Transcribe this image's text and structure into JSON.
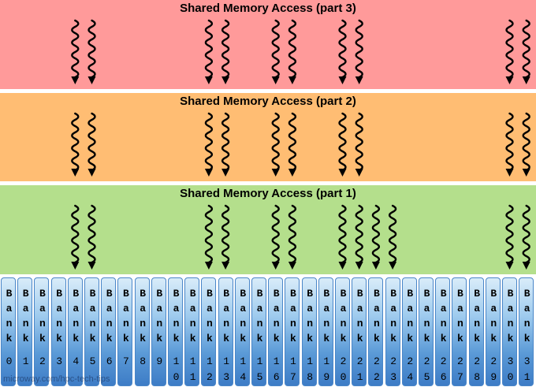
{
  "colors": {
    "part3": "#ff9a9a",
    "part2": "#ffbd73",
    "part1": "#b4df8c",
    "arrow": "#000000",
    "bank_gradient_top": "#d9ecf9",
    "bank_gradient_bottom": "#3d7cc6"
  },
  "bands": [
    {
      "id": "part3",
      "title": "Shared Memory Access (part 3)",
      "arrow_banks": [
        4,
        5,
        12,
        13,
        16,
        17,
        20,
        21,
        30,
        31
      ]
    },
    {
      "id": "part2",
      "title": "Shared Memory Access (part 2)",
      "arrow_banks": [
        4,
        5,
        12,
        13,
        16,
        17,
        20,
        21,
        30,
        31
      ]
    },
    {
      "id": "part1",
      "title": "Shared Memory Access (part 1)",
      "arrow_banks": [
        4,
        5,
        12,
        13,
        16,
        17,
        20,
        21,
        22,
        23,
        30,
        31
      ]
    }
  ],
  "bank_label": "Bank",
  "bank_count": 32,
  "watermark": "microway.com/hpc-tech-tips"
}
